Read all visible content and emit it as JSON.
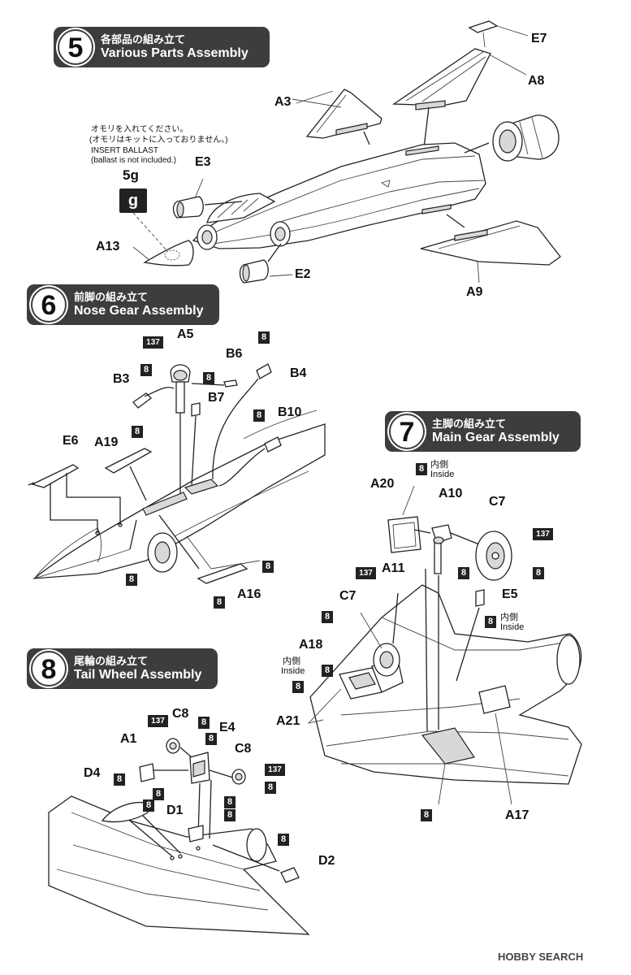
{
  "steps": [
    {
      "number": "5",
      "title_jp": "各部品の組み立て",
      "title_en": "Various Parts Assembly"
    },
    {
      "number": "6",
      "title_jp": "前脚の組み立て",
      "title_en": "Nose Gear Assembly"
    },
    {
      "number": "7",
      "title_jp": "主脚の組み立て",
      "title_en": "Main Gear Assembly"
    },
    {
      "number": "8",
      "title_jp": "尾輪の組み立て",
      "title_en": "Tail Wheel Assembly"
    }
  ],
  "ballast": {
    "line1": "オモリを入れてください。",
    "line2": "(オモリはキットに入っておりません。)",
    "line3": "INSERT BALLAST",
    "line4": "(ballast is not included.)",
    "weight": "5g",
    "icon_glyph": "g"
  },
  "parts_step5": {
    "E7": "E7",
    "A8": "A8",
    "A3": "A3",
    "E3": "E3",
    "A13": "A13",
    "E2": "E2",
    "A9": "A9"
  },
  "parts_step6": {
    "A5": "A5",
    "B6": "B6",
    "B4": "B4",
    "B3": "B3",
    "B7": "B7",
    "B10": "B10",
    "E6": "E6",
    "A19": "A19",
    "A16": "A16"
  },
  "parts_step7": {
    "A20": "A20",
    "A10": "A10",
    "C7": "C7",
    "C7b": "C7",
    "A11": "A11",
    "E5": "E5",
    "A18": "A18",
    "A21": "A21",
    "A17": "A17"
  },
  "parts_step8": {
    "C8": "C8",
    "C8b": "C8",
    "E4": "E4",
    "A1": "A1",
    "D4": "D4",
    "D1": "D1",
    "D2": "D2"
  },
  "inside": {
    "jp": "内側",
    "en": "Inside"
  },
  "paint": {
    "code8": "8",
    "code137": "137"
  },
  "watermark": "HOBBY SEARCH"
}
